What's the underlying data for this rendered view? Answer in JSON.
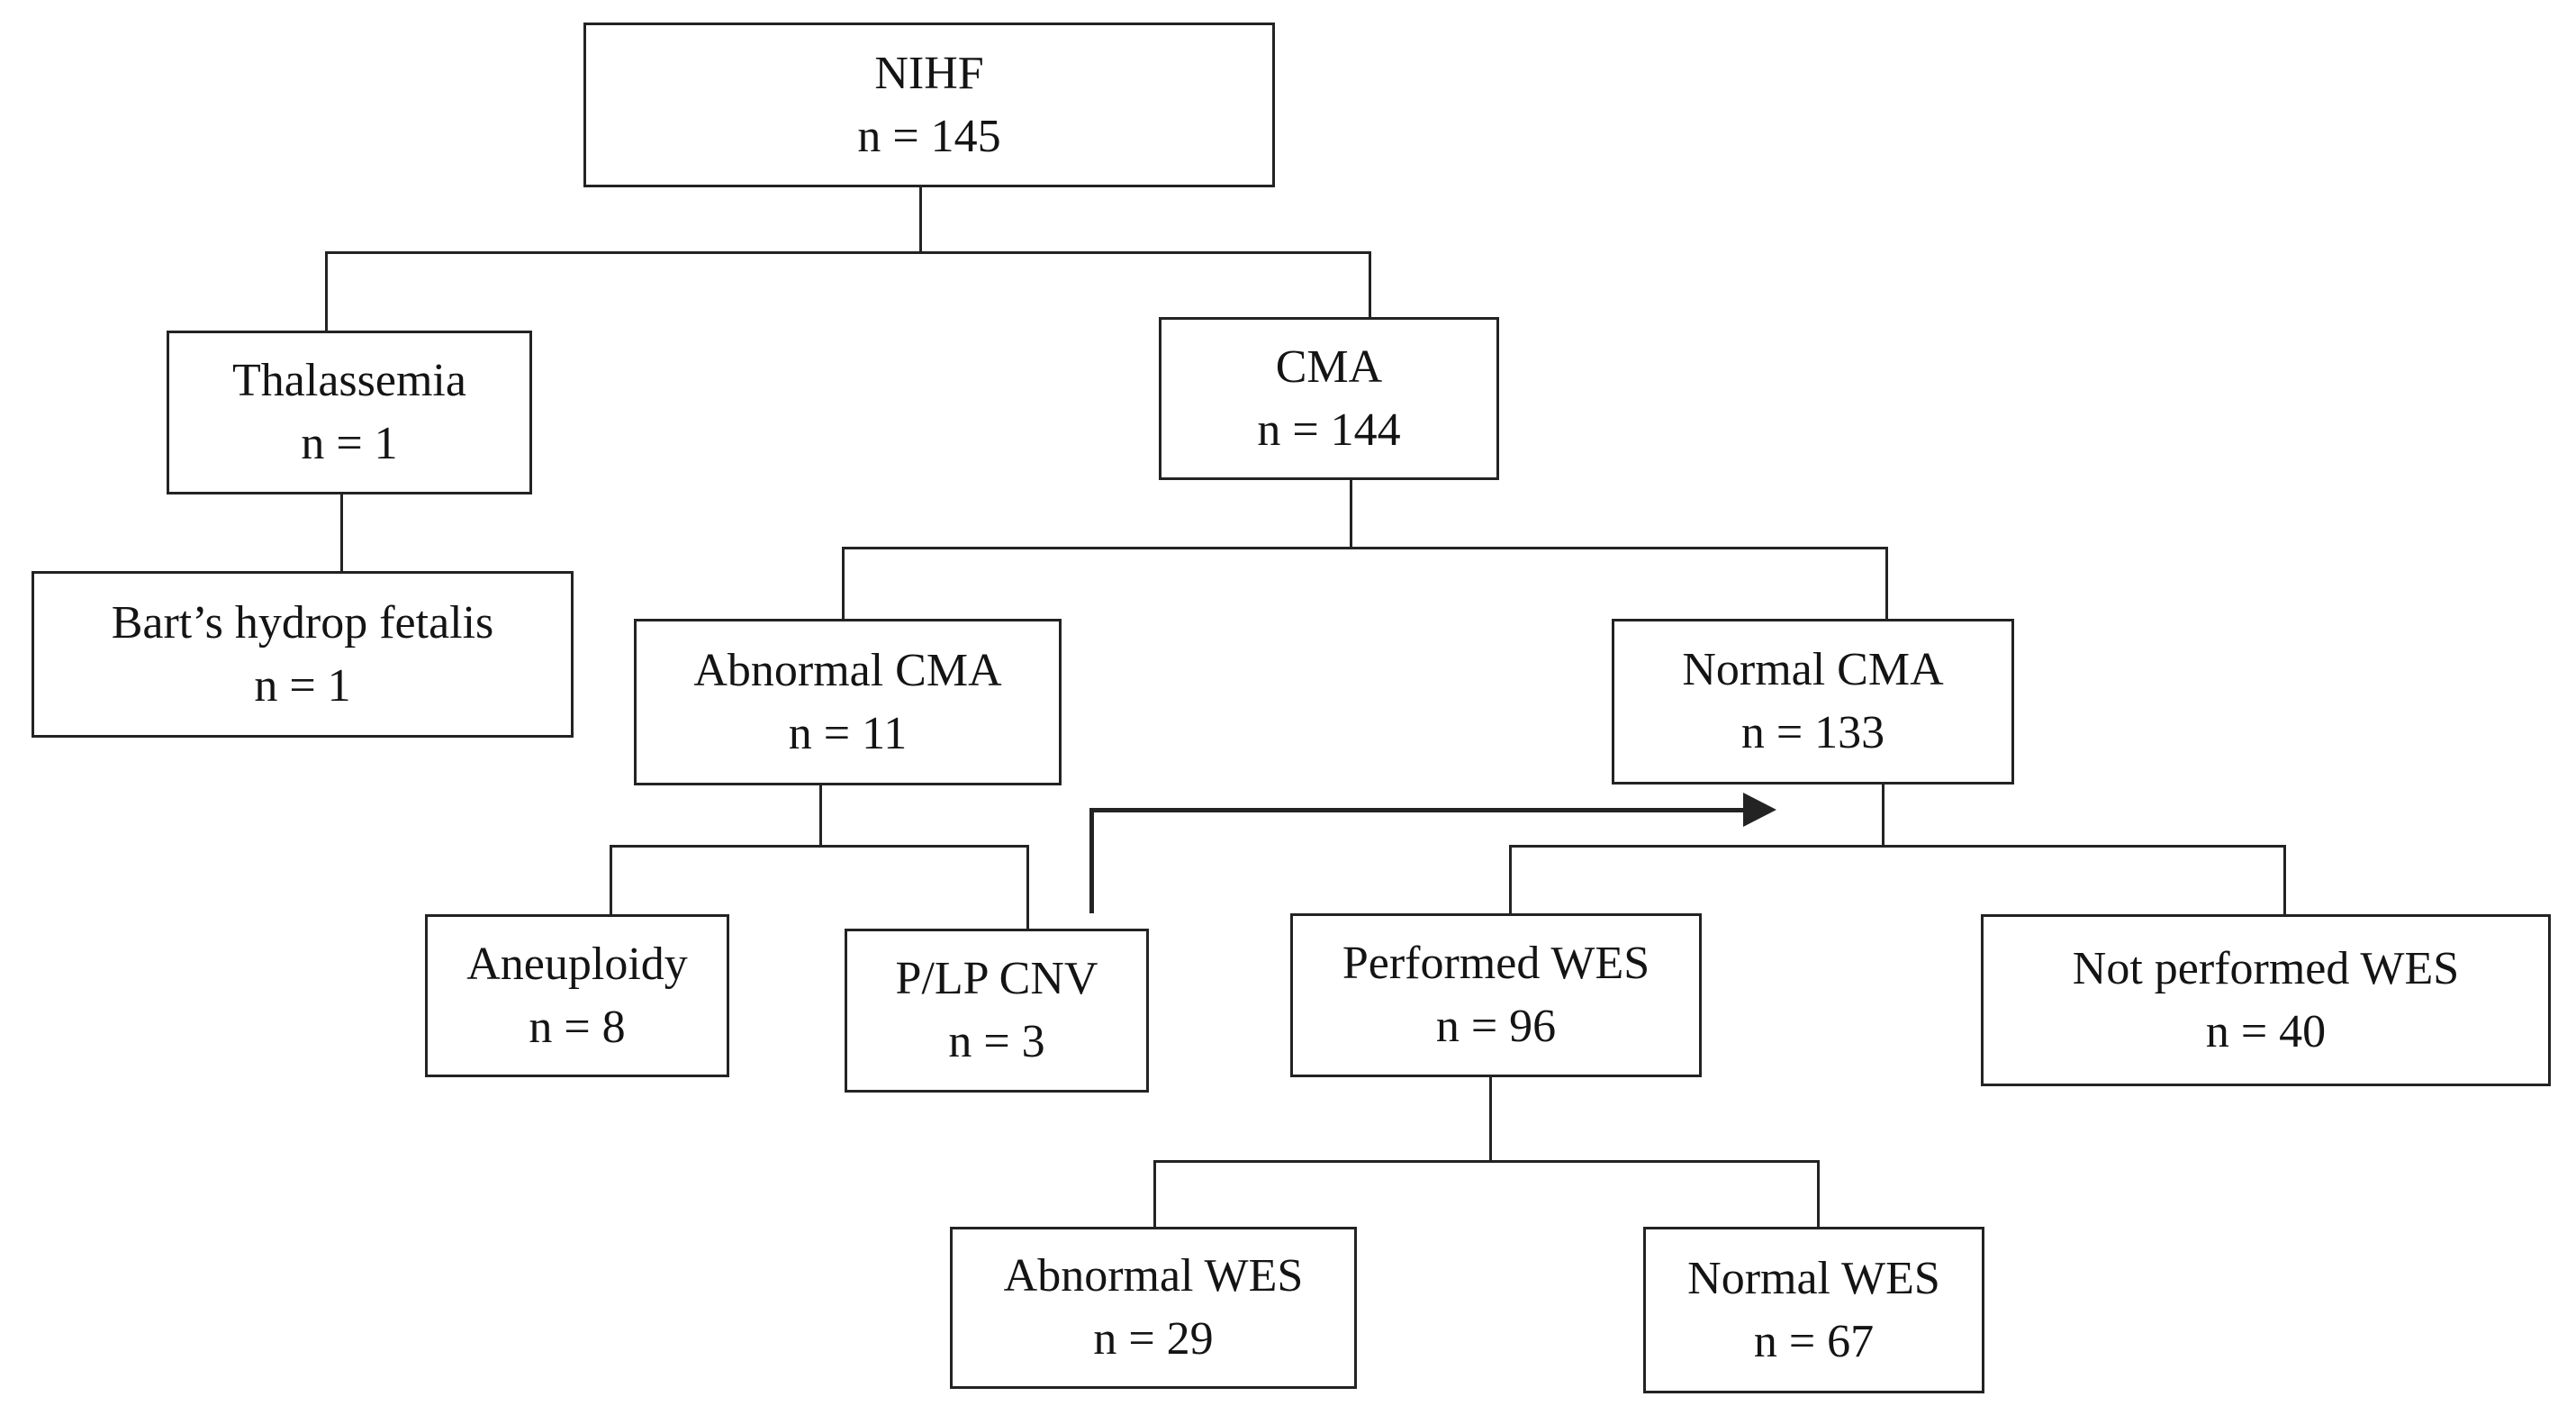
{
  "figure": {
    "background_color": "#ffffff",
    "line_color": "#232323",
    "text_color": "#141414"
  },
  "nodes": {
    "nihf": {
      "label": "NIHF",
      "count": "n = 145"
    },
    "thalassemia": {
      "label": "Thalassemia",
      "count": "n = 1"
    },
    "cma": {
      "label": "CMA",
      "count": "n = 144"
    },
    "barts": {
      "label": "Bart’s hydrop fetalis",
      "count": "n = 1"
    },
    "abnormal_cma": {
      "label": "Abnormal CMA",
      "count": "n = 11"
    },
    "normal_cma": {
      "label": "Normal CMA",
      "count": "n = 133"
    },
    "aneuploidy": {
      "label": "Aneuploidy",
      "count": "n = 8"
    },
    "plp_cnv": {
      "label": "P/LP CNV",
      "count": "n = 3"
    },
    "performed_wes": {
      "label": "Performed WES",
      "count": "n = 96"
    },
    "not_performed_wes": {
      "label": "Not performed WES",
      "count": "n = 40"
    },
    "abnormal_wes": {
      "label": "Abnormal WES",
      "count": "n = 29"
    },
    "normal_wes": {
      "label": "Normal WES",
      "count": "n = 67"
    }
  }
}
